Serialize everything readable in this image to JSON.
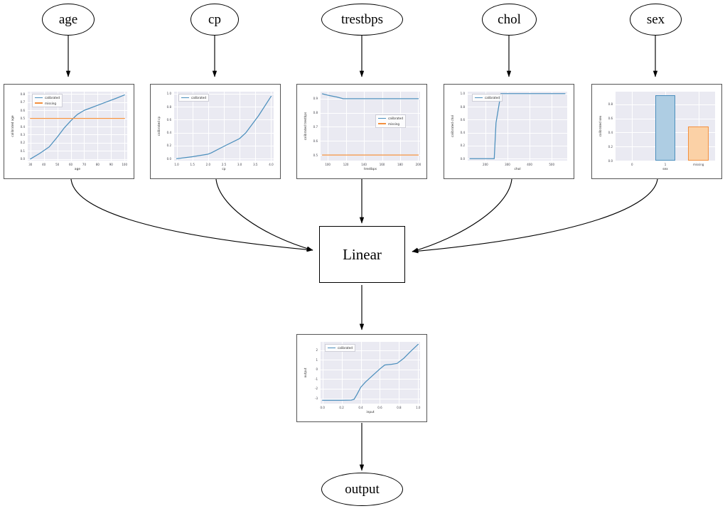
{
  "diagram": {
    "type": "graphviz-flow",
    "input_nodes": [
      {
        "id": "age",
        "label": "age"
      },
      {
        "id": "cp",
        "label": "cp"
      },
      {
        "id": "trestbps",
        "label": "trestbps"
      },
      {
        "id": "chol",
        "label": "chol"
      },
      {
        "id": "sex",
        "label": "sex"
      }
    ],
    "linear_node": {
      "label": "Linear"
    },
    "output_node": {
      "label": "output"
    }
  },
  "legend_labels": {
    "calibrated": "calibrated",
    "missing": "missing"
  },
  "colors": {
    "calibrated": "#4c8fbd",
    "missing": "#f3903f",
    "calibrated_bar_face": "#aecde3",
    "missing_bar_face": "#fbd1a6",
    "plot_bg": "#eaeaf2",
    "grid": "#ffffff",
    "card_border": "#555555",
    "node_stroke": "#000000"
  },
  "chart_data": [
    {
      "id": "age",
      "type": "line",
      "title": "",
      "xlabel": "age",
      "ylabel": "calibrated age",
      "xlim": [
        28,
        102
      ],
      "ylim": [
        -0.02,
        0.83
      ],
      "xticks": [
        30,
        40,
        50,
        60,
        70,
        80,
        90,
        100
      ],
      "yticks": [
        0.0,
        0.1,
        0.2,
        0.3,
        0.4,
        0.5,
        0.6,
        0.7,
        0.8
      ],
      "grid": true,
      "legend_position": "upper-left",
      "series": [
        {
          "name": "calibrated",
          "x": [
            30,
            37,
            44,
            50,
            55,
            60,
            63,
            65,
            70,
            78,
            86,
            94,
            100
          ],
          "values": [
            0.0,
            0.07,
            0.15,
            0.27,
            0.38,
            0.47,
            0.52,
            0.55,
            0.6,
            0.65,
            0.7,
            0.75,
            0.79
          ]
        },
        {
          "name": "missing",
          "x": [
            30,
            100
          ],
          "values": [
            0.5,
            0.5
          ]
        }
      ]
    },
    {
      "id": "cp",
      "type": "line",
      "title": "",
      "xlabel": "cp",
      "ylabel": "calibrated cp",
      "xlim": [
        0.92,
        4.08
      ],
      "ylim": [
        -0.03,
        1.03
      ],
      "xticks": [
        1.0,
        1.5,
        2.0,
        2.5,
        3.0,
        3.5,
        4.0
      ],
      "yticks": [
        0.0,
        0.2,
        0.4,
        0.6,
        0.8,
        1.0
      ],
      "grid": true,
      "legend_position": "upper-left",
      "series": [
        {
          "name": "calibrated",
          "x": [
            1.0,
            1.5,
            2.0,
            2.1,
            2.5,
            3.0,
            3.2,
            3.6,
            4.0
          ],
          "values": [
            0.0,
            0.03,
            0.07,
            0.09,
            0.19,
            0.31,
            0.4,
            0.66,
            0.96
          ]
        }
      ]
    },
    {
      "id": "trestbps",
      "type": "line",
      "title": "",
      "xlabel": "trestbps",
      "ylabel": "calibrated trestbps",
      "xlim": [
        92,
        202
      ],
      "ylim": [
        0.46,
        0.95
      ],
      "xticks": [
        100,
        120,
        140,
        160,
        180,
        200
      ],
      "yticks": [
        0.5,
        0.6,
        0.7,
        0.8,
        0.9
      ],
      "grid": true,
      "legend_position": "center-right",
      "series": [
        {
          "name": "calibrated",
          "x": [
            94,
            100,
            110,
            117,
            130,
            150,
            170,
            200
          ],
          "values": [
            0.935,
            0.925,
            0.912,
            0.9,
            0.9,
            0.9,
            0.9,
            0.9
          ]
        },
        {
          "name": "missing",
          "x": [
            94,
            200
          ],
          "values": [
            0.5,
            0.5
          ]
        }
      ]
    },
    {
      "id": "chol",
      "type": "line",
      "title": "",
      "xlabel": "chol",
      "ylabel": "calibrated chol",
      "xlim": [
        120,
        570
      ],
      "ylim": [
        -0.03,
        1.03
      ],
      "xticks": [
        200,
        300,
        400,
        500
      ],
      "yticks": [
        0.0,
        0.2,
        0.4,
        0.6,
        0.8,
        1.0
      ],
      "grid": true,
      "legend_position": "upper-left",
      "series": [
        {
          "name": "calibrated",
          "x": [
            130,
            200,
            240,
            248,
            270,
            350,
            450,
            560
          ],
          "values": [
            0.0,
            0.0,
            0.0,
            0.55,
            1.0,
            1.0,
            1.0,
            1.0
          ]
        }
      ]
    },
    {
      "id": "sex",
      "type": "bar",
      "title": "",
      "xlabel": "sex",
      "ylabel": "calibrated sex",
      "ylim": [
        0.0,
        0.98
      ],
      "yticks": [
        0.0,
        0.2,
        0.4,
        0.6,
        0.8
      ],
      "categories": [
        "0",
        "1",
        "missing"
      ],
      "values": [
        0.0,
        0.93,
        0.49
      ],
      "bar_colors": [
        "calibrated",
        "calibrated",
        "missing"
      ],
      "grid": true,
      "legend_position": "none"
    },
    {
      "id": "output",
      "type": "line",
      "title": "",
      "xlabel": "input",
      "ylabel": "output",
      "xlim": [
        -0.02,
        1.02
      ],
      "ylim": [
        -3.55,
        2.85
      ],
      "xticks": [
        0.0,
        0.2,
        0.4,
        0.6,
        0.8,
        1.0
      ],
      "yticks": [
        -3,
        -2,
        -1,
        0,
        1,
        2
      ],
      "grid": true,
      "legend_position": "upper-left",
      "series": [
        {
          "name": "calibrated",
          "x": [
            0.0,
            0.1,
            0.2,
            0.3,
            0.33,
            0.36,
            0.4,
            0.45,
            0.5,
            0.55,
            0.6,
            0.65,
            0.67,
            0.72,
            0.78,
            0.85,
            0.92,
            1.0
          ],
          "values": [
            -3.2,
            -3.2,
            -3.2,
            -3.18,
            -3.1,
            -2.6,
            -1.85,
            -1.3,
            -0.85,
            -0.4,
            0.05,
            0.45,
            0.48,
            0.52,
            0.62,
            1.15,
            1.85,
            2.6
          ]
        }
      ]
    }
  ]
}
